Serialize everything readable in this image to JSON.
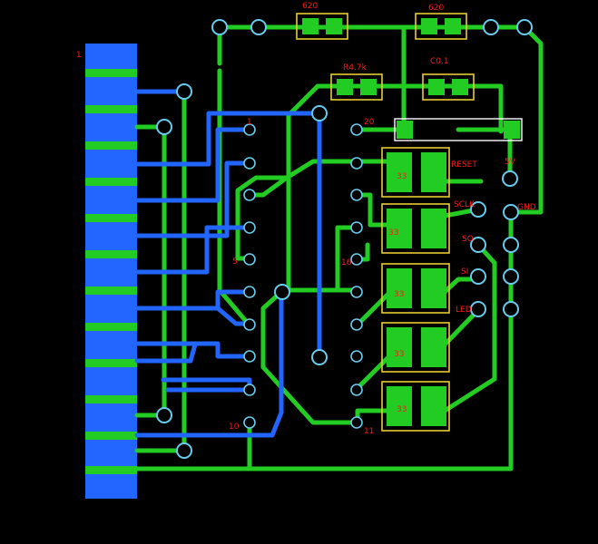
{
  "labels": {
    "connector_pin1": "1",
    "r620_left": "620",
    "r620_right": "620",
    "r47k": "R4.7k",
    "c01": "C0.1",
    "ic_pin1": "1",
    "ic_pin5": "5",
    "ic_pin10": "10",
    "ic_pin11": "11",
    "ic_pin16": "16",
    "ic_pin20": "20",
    "reset": "RESET",
    "sclk": "SCLK",
    "so": "SO",
    "si": "SI",
    "led": "LED",
    "v5": "5V",
    "gnd": "GND",
    "r33_1": "33",
    "r33_2": "33",
    "r33_3": "33",
    "r33_4": "33",
    "r33_5": "33"
  },
  "colors": {
    "background": "#000000",
    "green_trace": "#22cc22",
    "blue_trace": "#2266ff",
    "pad_outline": "#66ccee",
    "component_outline": "#e6cc33",
    "label": "#ff1a1a"
  }
}
